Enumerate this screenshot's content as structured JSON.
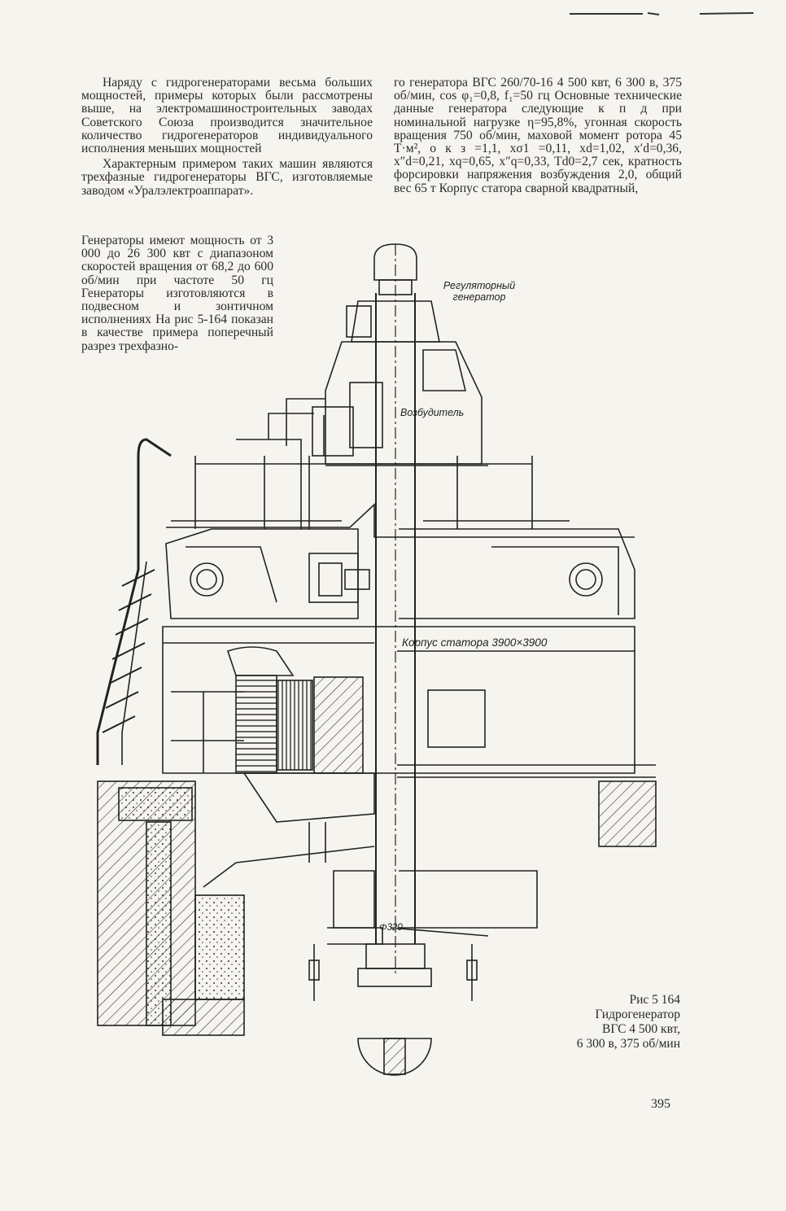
{
  "text": {
    "left_paragraph_1": "Наряду с гидрогенераторами весьма больших мощностей, примеры которых были рассмотрены выше, на электромашиностроительных заводах Советского Союза производится значительное количество гидрогенераторов индивидуального исполнения меньших мощностей",
    "left_paragraph_2": "Характерным примером таких машин являются трехфазные гидрогенераторы ВГС, изготовляемые заводом «Уралэлектроаппарат».",
    "left_paragraph_3": "Генераторы имеют мощность от 3 000 до 26 300 квт с диапазоном скоростей вращения от 68,2 до 600 об/мин при частоте 50 гц Генераторы изготовляются в подвесном и зонтичном исполнениях На рис 5-164 показан в качестве примера поперечный разрез трехфазно-",
    "right_paragraph": "го генератора ВГС 260/70-16 4 500 квт, 6 300 в, 375 об/мин, cos φ₁=0,8, f₁=50 гц Основные технические данные генератора следующие к п д при номинальной нагрузке η=95,8%, угонная скорость вращения 750 об/мин, маховой момент ротора 45 Т·м², о к з =1,1, xσ1 =0,11, xd=1,02, x′d=0,36, x″d=0,21, xq=0,65, x″q=0,33, Td0=2,7 сек, кратность форсировки напряжения возбуждения 2,0, общий вес 65 т Корпус статора сварной квадратный,"
  },
  "figure": {
    "label_regulator": "Регуляторный генератор",
    "label_exciter": "Возбудитель",
    "label_stator": "Корпус статора 3900×3900",
    "label_shaft": "Φ320"
  },
  "caption": {
    "line1": "Рис 5 164",
    "line2": "Гидрогенератор",
    "line3": "ВГС 4 500 квт,",
    "line4": "6 300 в, 375 об/мин"
  },
  "page_number": "395"
}
